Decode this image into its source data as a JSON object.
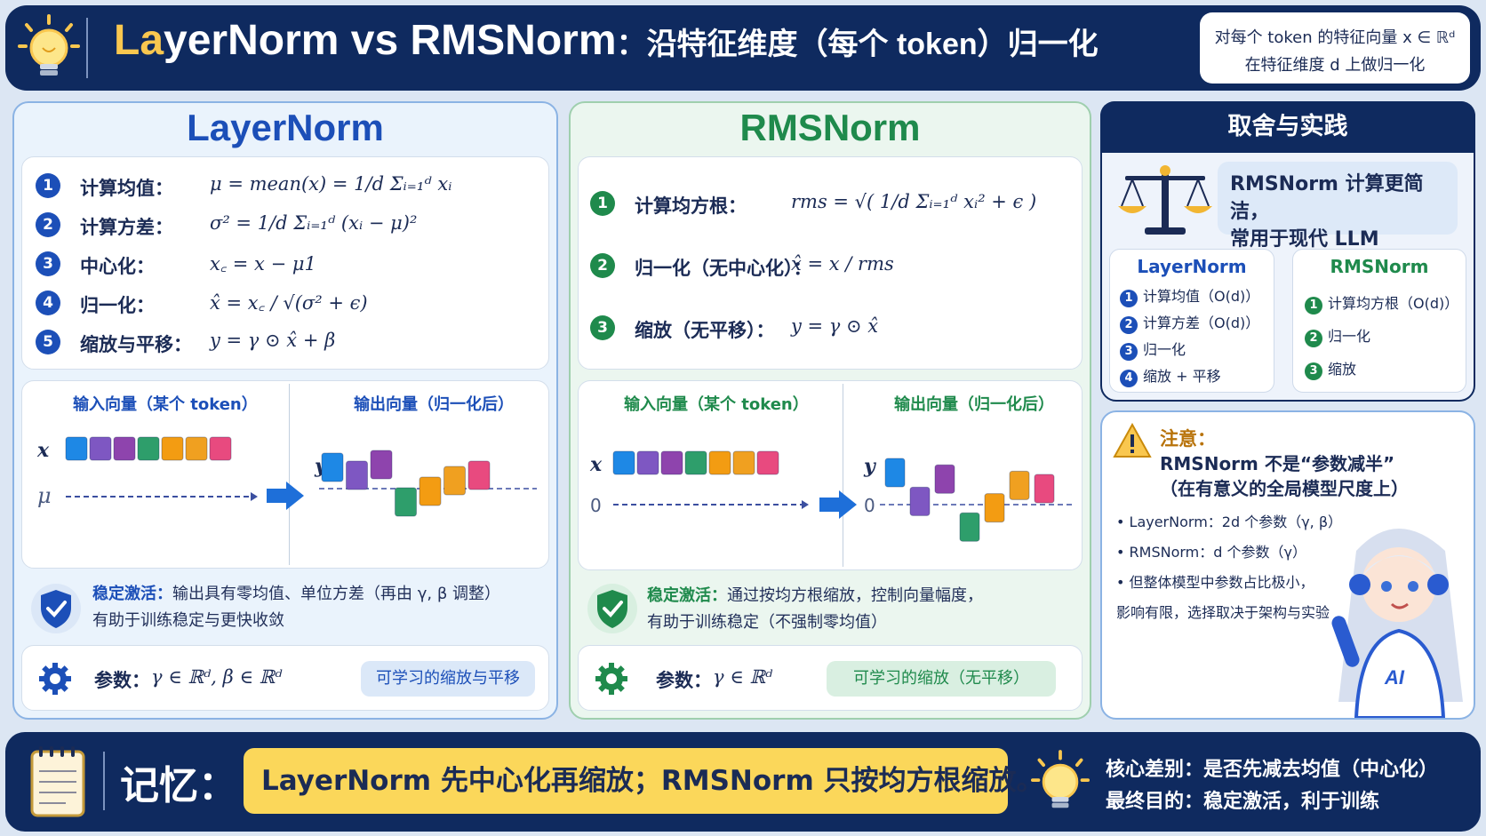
{
  "header": {
    "title_la": "La",
    "title_rest": "yerNorm vs RMSNorm",
    "subtitle": "：沿特征维度（每个 token）归一化",
    "box_line1": "对每个 token 的特征向量 x ∈ ℝᵈ",
    "box_line2": "在特征维度 d 上做归一化"
  },
  "layernorm": {
    "title": "LayerNorm",
    "steps": [
      {
        "num": "1",
        "label": "计算均值：",
        "formula": "μ = mean(x) = 1/d Σᵢ₌₁ᵈ xᵢ"
      },
      {
        "num": "2",
        "label": "计算方差：",
        "formula": "σ² = 1/d Σᵢ₌₁ᵈ (xᵢ − μ)²"
      },
      {
        "num": "3",
        "label": "中心化：",
        "formula": "x꜀ = x − μ1"
      },
      {
        "num": "4",
        "label": "归一化：",
        "formula": "x̂ = x꜀ / √(σ² + ϵ)"
      },
      {
        "num": "5",
        "label": "缩放与平移：",
        "formula": "y = γ ⊙ x̂ + β"
      }
    ],
    "input_label": "输入向量（某个 token）",
    "output_label": "输出向量（归一化后）",
    "x_label": "x",
    "mu_label": "μ",
    "y_label": "y",
    "stable_title": "稳定激活：",
    "stable_line1": "输出具有零均值、单位方差（再由 γ, β 调整）",
    "stable_line2": "有助于训练稳定与更快收敛",
    "param_label": "参数：",
    "param_formula": "γ ∈ ℝᵈ,   β ∈ ℝᵈ",
    "param_pill": "可学习的缩放与平移"
  },
  "rmsnorm": {
    "title": "RMSNorm",
    "steps": [
      {
        "num": "1",
        "label": "计算均方根：",
        "formula": "rms = √( 1/d Σᵢ₌₁ᵈ xᵢ² + ϵ )"
      },
      {
        "num": "2",
        "label": "归一化（无中心化）：",
        "formula": "x̂ = x / rms"
      },
      {
        "num": "3",
        "label": "缩放（无平移）：",
        "formula": "y = γ ⊙ x̂"
      }
    ],
    "input_label": "输入向量（某个 token）",
    "output_label": "输出向量（归一化后）",
    "x_label": "x",
    "zero_label": "0",
    "y_label": "y",
    "stable_title": "稳定激活：",
    "stable_line1": "通过按均方根缩放，控制向量幅度，",
    "stable_line2": "有助于训练稳定（不强制零均值）",
    "param_label": "参数：",
    "param_formula": "γ ∈ ℝᵈ",
    "param_pill": "可学习的缩放（无平移）"
  },
  "tradeoff": {
    "title": "取舍与实践",
    "note_line1": "RMSNorm 计算更简洁，",
    "note_line2": "常用于现代 LLM",
    "ln_title": "LayerNorm",
    "ln_items": [
      "计算均值（O(d)）",
      "计算方差（O(d)）",
      "归一化",
      "缩放 + 平移"
    ],
    "rms_title": "RMSNorm",
    "rms_items": [
      "计算均方根（O(d)）",
      "归一化",
      "缩放"
    ]
  },
  "note": {
    "heading": "注意：",
    "line1": "RMSNorm 不是“参数减半”",
    "line2": "（在有意义的全局模型尺度上）",
    "bullets": [
      "LayerNorm：2d 个参数（γ, β）",
      "RMSNorm：d 个参数（γ）",
      "但整体模型中参数占比极小，",
      "影响有限，选择取决于架构与实验"
    ]
  },
  "footer": {
    "memo_title": "记忆：",
    "memo_text": "LayerNorm 先中心化再缩放；RMSNorm 只按均方根缩放。",
    "right_line1": "核心差别：是否先减去均值（中心化）",
    "right_line2": "最终目的：稳定激活，利于训练"
  },
  "colors": {
    "navy": "#0f2a5f",
    "ln_blue": "#1c4fb8",
    "rms_green": "#1f8a4c",
    "memo_yellow": "#fbd75a",
    "token_colors": [
      "#1e88e5",
      "#7e57c2",
      "#8e44ad",
      "#2e9e6b",
      "#f39c12",
      "#f0a020",
      "#e84a7f"
    ]
  },
  "diagram_values": {
    "ln_output_levels": [
      0.8,
      0.5,
      0.9,
      -0.5,
      -0.1,
      0.3,
      0.5
    ],
    "rms_output_levels": [
      1.0,
      0.1,
      0.8,
      -0.7,
      -0.1,
      0.6,
      0.5
    ]
  }
}
